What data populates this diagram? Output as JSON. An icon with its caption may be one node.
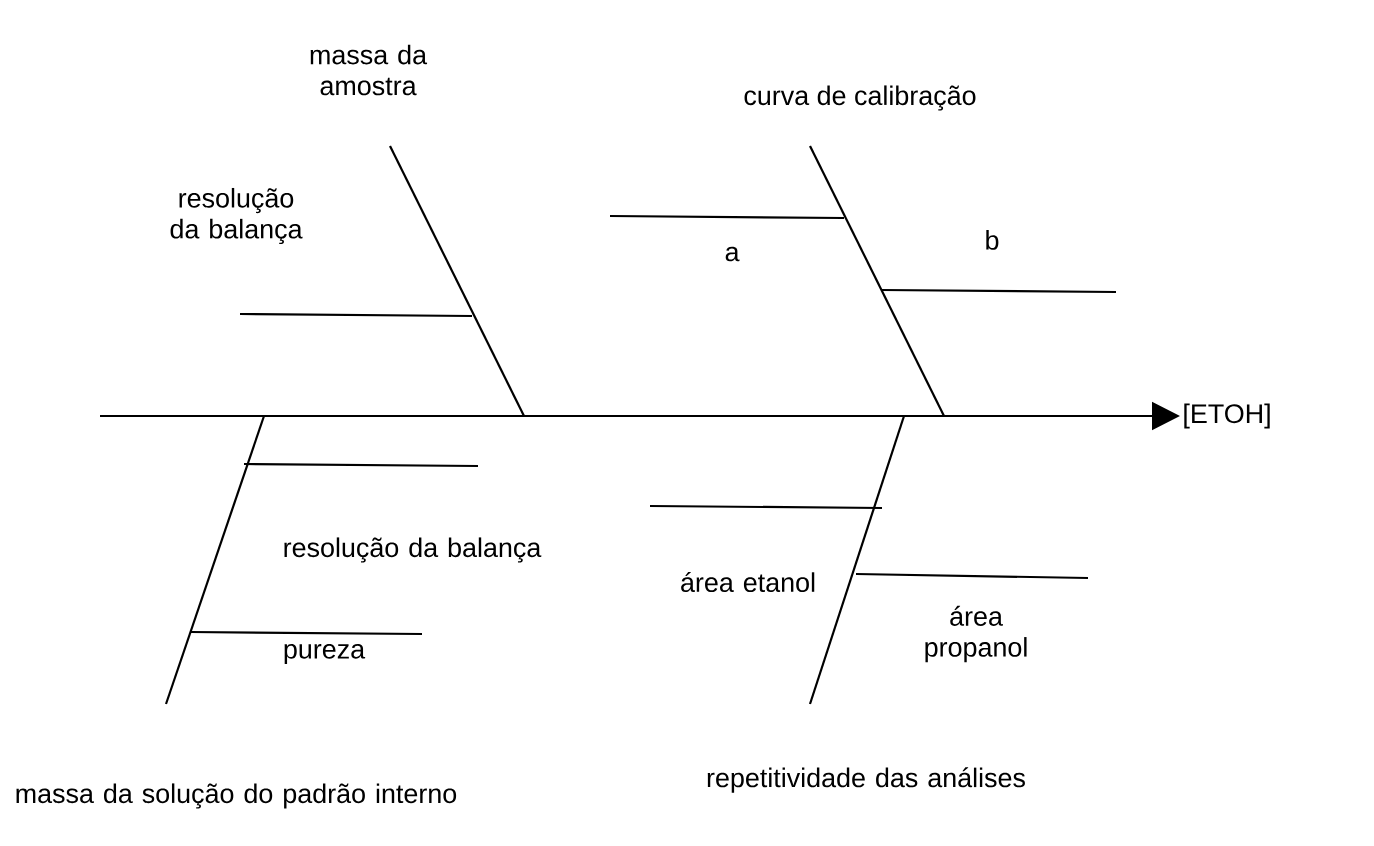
{
  "diagram": {
    "nodes": [
      {
        "text": [
          "[ETOH]"
        ]
      },
      {
        "text": [
          "massa da amostra"
        ]
      },
      {
        "text": [
          "curva de calibração"
        ]
      },
      {
        "text": [
          "massa da solução do padrão interno"
        ]
      },
      {
        "text": [
          "repetitividade das análises"
        ]
      }
    ],
    "edges": [
      {
        "from": null,
        "to": 0,
        "arrow": "to"
      },
      {
        "from": 1,
        "to": null,
        "arrow": "none"
      },
      {
        "from": 2,
        "to": null,
        "arrow": "none"
      },
      {
        "from": 3,
        "to": null,
        "arrow": "none"
      },
      {
        "from": 4,
        "to": null,
        "arrow": "none"
      }
    ],
    "labels": [
      "resolução da balança",
      "a",
      "b",
      "resolução da balança",
      "pureza",
      "área etanol",
      "área propanol"
    ]
  }
}
